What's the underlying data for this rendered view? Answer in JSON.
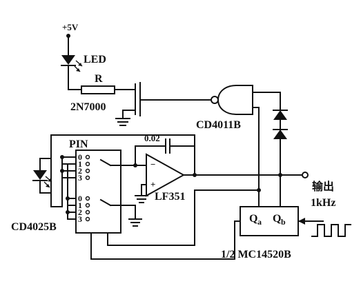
{
  "diagram": {
    "labels": {
      "vcc": "+5V",
      "led": "LED",
      "resistor": "R",
      "mosfet": "2N7000",
      "nand_gate": "CD4011B",
      "pin": "PIN",
      "capacitor": "0.02",
      "opamp": "LF351",
      "mux": "CD4025B",
      "counter_qa": "Q",
      "counter_qa_sub": "a",
      "counter_qb": "Q",
      "counter_qb_sub": "b",
      "counter": "1/2  MC14520B",
      "output": "输出",
      "frequency": "1kHz"
    },
    "mux_pins": [
      "0",
      "1",
      "2",
      "3",
      "0",
      "1",
      "2",
      "3"
    ]
  }
}
